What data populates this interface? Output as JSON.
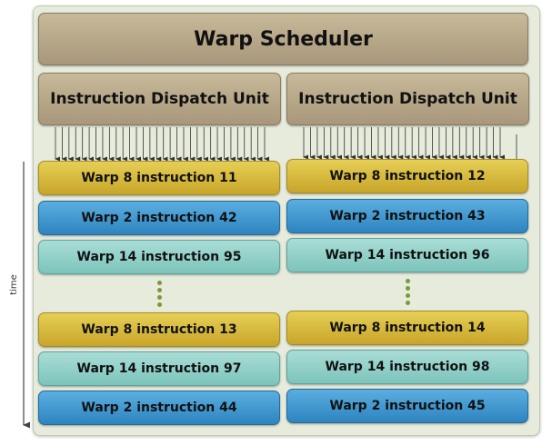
{
  "header": {
    "title": "Warp Scheduler"
  },
  "dispatch_units": [
    {
      "label": "Instruction Dispatch Unit"
    },
    {
      "label": "Instruction Dispatch Unit"
    }
  ],
  "axis": {
    "label": "time"
  },
  "left_column": [
    {
      "label": "Warp 8 instruction 11",
      "color": "#d9bd3f"
    },
    {
      "label": "Warp 2 instruction 42",
      "color": "#3d97d0"
    },
    {
      "label": "Warp 14 instruction 95",
      "color": "#92d1c9"
    },
    {
      "label": "Warp 8 instruction 13",
      "color": "#d9bd3f"
    },
    {
      "label": "Warp 14 instruction 97",
      "color": "#92d1c9"
    },
    {
      "label": "Warp 2 instruction 44",
      "color": "#3d97d0"
    }
  ],
  "right_column": [
    {
      "label": "Warp 8 instruction 12",
      "color": "#d9bd3f"
    },
    {
      "label": "Warp 2 instruction 43",
      "color": "#3d97d0"
    },
    {
      "label": "Warp 14 instruction 96",
      "color": "#92d1c9"
    },
    {
      "label": "Warp 8 instruction 14",
      "color": "#d9bd3f"
    },
    {
      "label": "Warp 14 instruction 98",
      "color": "#92d1c9"
    },
    {
      "label": "Warp 2 instruction 45",
      "color": "#3d97d0"
    }
  ]
}
